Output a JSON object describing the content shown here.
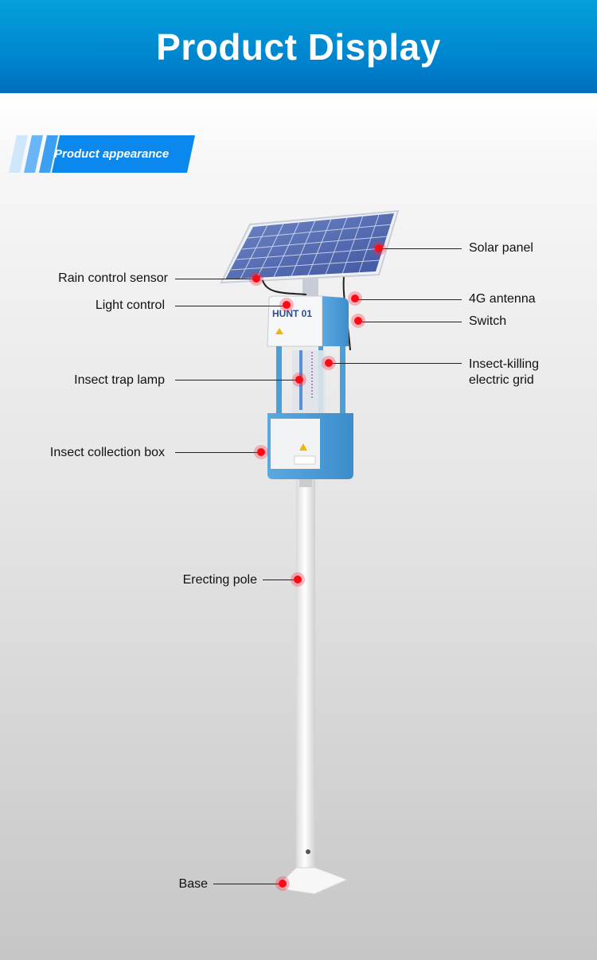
{
  "header": {
    "title": "Product Display"
  },
  "section": {
    "label": "Product appearance"
  },
  "product": {
    "name_plate": "HUNT 01",
    "callouts": {
      "solar_panel": "Solar panel",
      "rain_sensor": "Rain control sensor",
      "light_control": "Light control",
      "antenna": "4G antenna",
      "switch": "Switch",
      "grid_line1": "Insect-killing",
      "grid_line2": "electric grid",
      "trap_lamp": "Insect trap lamp",
      "collection_box": "Insect collection box",
      "pole": "Erecting pole",
      "base": "Base"
    }
  },
  "colors": {
    "header_blue": "#0086cf",
    "accent_blue": "#0a88ee",
    "device_blue": "#4a9fd8",
    "marker_red": "#ff0a14"
  }
}
